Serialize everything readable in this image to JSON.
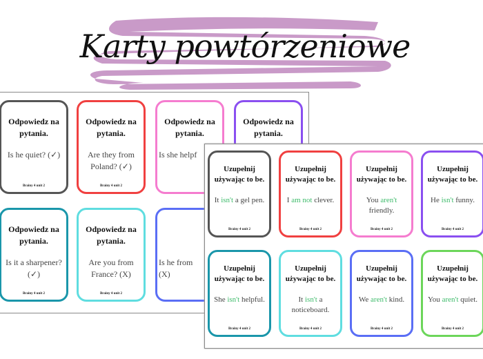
{
  "title": "Karty powtórzeniowe",
  "colors": {
    "banner": "#c99ac8",
    "highlight": "#3dbb6a"
  },
  "sheet_a": {
    "header": "Odpowiedz na pytania.",
    "footer": "Brainy 4 unit 2",
    "cards": [
      {
        "color": "#555555",
        "body": "Is he quiet? (✓)"
      },
      {
        "color": "#f04040",
        "body": "Are they from Poland? (✓)"
      },
      {
        "color": "#f57ccf",
        "body": "Is she helpf"
      },
      {
        "color": "#8a4ff0",
        "body": ""
      },
      {
        "color": "#1a96aa",
        "body": "Is it a sharpener? (✓)"
      },
      {
        "color": "#5fdde0",
        "body": "Are you from France? (X)"
      },
      {
        "color": "#5a6ef5",
        "body": "Is he from (X)"
      },
      {
        "color": "#5a6ef5",
        "body": ""
      }
    ]
  },
  "sheet_b": {
    "header": "Uzupełnij używając to be.",
    "footer": "Brainy 4 unit 2",
    "cards": [
      {
        "color": "#555555",
        "pre": "It ",
        "hl": "isn't",
        "post": " a gel pen."
      },
      {
        "color": "#f04040",
        "pre": "I ",
        "hl": "am not",
        "post": " clever."
      },
      {
        "color": "#f57ccf",
        "pre": "You ",
        "hl": "aren't",
        "post": " friendly."
      },
      {
        "color": "#8a4ff0",
        "pre": "He ",
        "hl": "isn't",
        "post": " funny."
      },
      {
        "color": "#1a96aa",
        "pre": "She ",
        "hl": "isn't",
        "post": " helpful."
      },
      {
        "color": "#5fdde0",
        "pre": "It ",
        "hl": "isn't",
        "post": " a noticeboard."
      },
      {
        "color": "#5a6ef5",
        "pre": "We ",
        "hl": "aren't",
        "post": " kind."
      },
      {
        "color": "#6cd65a",
        "pre": "You ",
        "hl": "aren't",
        "post": " quiet."
      }
    ]
  }
}
